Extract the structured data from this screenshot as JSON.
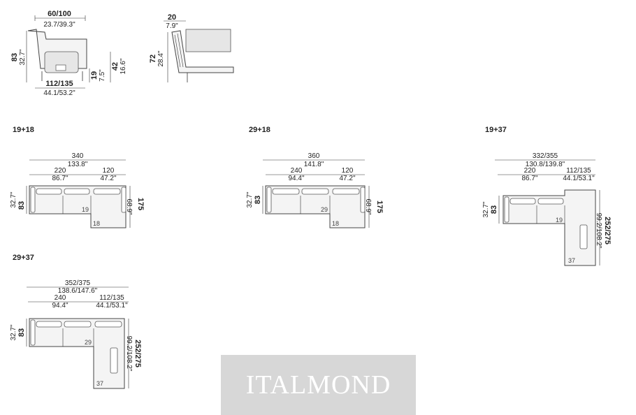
{
  "side_view_1": {
    "top_metric": "60/100",
    "top_imperial": "23.7/39.3\"",
    "height_metric": "83",
    "height_imperial": "32.7\"",
    "bottom_metric": "112/135",
    "bottom_imperial": "44.1/53.2\"",
    "leg_metric": "19",
    "leg_imperial": "7.5\"",
    "seat_metric": "42",
    "seat_imperial": "16.6\""
  },
  "side_view_2": {
    "top_metric": "20",
    "top_imperial": "7.9\"",
    "height_metric": "72",
    "height_imperial": "28.4\""
  },
  "config_19_18": {
    "label": "19+18",
    "total_metric": "340",
    "total_imperial": "133.8\"",
    "a_metric": "220",
    "a_imperial": "86.7\"",
    "b_metric": "120",
    "b_imperial": "47.2\"",
    "depth_metric": "83",
    "depth_imperial": "32.7\"",
    "right_metric": "175",
    "right_imperial": "68.9\"",
    "module_a": "19",
    "module_b": "18"
  },
  "config_29_18": {
    "label": "29+18",
    "total_metric": "360",
    "total_imperial": "141.8\"",
    "a_metric": "240",
    "a_imperial": "94.4\"",
    "b_metric": "120",
    "b_imperial": "47.2\"",
    "depth_metric": "83",
    "depth_imperial": "32.7\"",
    "right_metric": "175",
    "right_imperial": "68.9\"",
    "module_a": "29",
    "module_b": "18"
  },
  "config_19_37": {
    "label": "19+37",
    "total_metric": "332/355",
    "total_imperial": "130.8/139.8\"",
    "a_metric": "220",
    "a_imperial": "86.7\"",
    "b_metric": "112/135",
    "b_imperial": "44.1/53.1\"",
    "depth_metric": "83",
    "depth_imperial": "32.7\"",
    "right_metric": "252/275",
    "right_imperial": "99.2/108.2\"",
    "module_a": "19",
    "module_b": "37"
  },
  "config_29_37": {
    "label": "29+37",
    "total_metric": "352/375",
    "total_imperial": "138.6/147.6\"",
    "a_metric": "240",
    "a_imperial": "94.4\"",
    "b_metric": "112/135",
    "b_imperial": "44.1/53.1\"",
    "depth_metric": "83",
    "depth_imperial": "32.7\"",
    "right_metric": "252/275",
    "right_imperial": "99.2/108.2\"",
    "module_a": "29",
    "module_b": "37"
  },
  "watermark": {
    "text": "ITALMOND"
  }
}
